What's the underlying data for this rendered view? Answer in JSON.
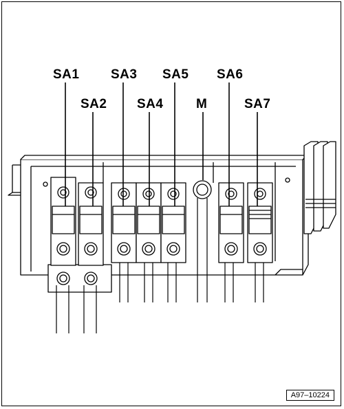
{
  "figure_ref": "A97–10224",
  "labels": {
    "sa1": "SA1",
    "sa2": "SA2",
    "sa3": "SA3",
    "sa4": "SA4",
    "sa5": "SA5",
    "m": "M",
    "sa6": "SA6",
    "sa7": "SA7"
  },
  "colors": {
    "line": "#000000",
    "shade": "#d9d9d9",
    "fill": "#ffffff"
  }
}
